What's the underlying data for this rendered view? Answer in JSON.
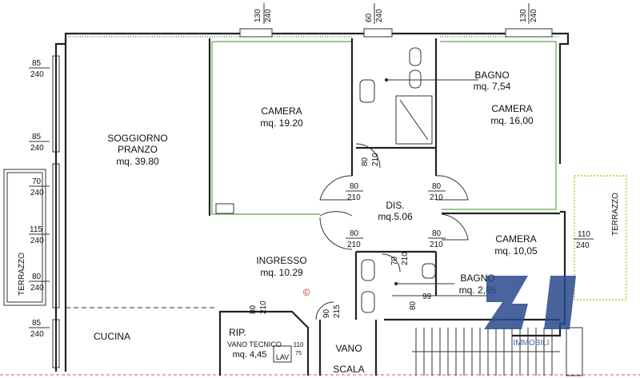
{
  "rooms": {
    "soggiorno": {
      "name1": "SOGGIORNO",
      "name2": "PRANZO",
      "area": "mq. 39.80"
    },
    "camera1": {
      "name": "CAMERA",
      "area": "mq. 19.20"
    },
    "bagno1": {
      "name": "BAGNO",
      "area": "mq. 7,54"
    },
    "camera2": {
      "name": "CAMERA",
      "area": "mq. 16,00"
    },
    "dis": {
      "name": "DIS.",
      "area": "mq.5.06"
    },
    "camera3": {
      "name": "CAMERA",
      "area": "mq. 10,05"
    },
    "ingresso": {
      "name": "INGRESSO",
      "area": "mq. 10.29"
    },
    "bagno2": {
      "name": "BAGNO",
      "area": "mq. 2,85"
    },
    "cucina": {
      "name": "CUCINA"
    },
    "rip": {
      "name": "RIP.",
      "sub": "VANO TECNICO",
      "area": "mq. 4,45"
    },
    "vano_scala": {
      "name1": "VANO",
      "name2": "SCALA"
    },
    "terrazzo_left": {
      "name": "TERRAZZO"
    },
    "terrazzo_right": {
      "name": "TERRAZZO"
    }
  },
  "symbols": {
    "copyright": "©",
    "lav": "LAV",
    "lav_num": "110",
    "lav_num2": "75"
  },
  "top_dims": [
    {
      "a": "130",
      "b": "240"
    },
    {
      "a": "60",
      "b": "240"
    },
    {
      "a": "130",
      "b": "240"
    }
  ],
  "left_dims": [
    {
      "a": "85",
      "b": "240"
    },
    {
      "a": "85",
      "b": "240"
    },
    {
      "a": "70",
      "b": "240"
    },
    {
      "a": "115",
      "b": "240"
    },
    {
      "a": "80",
      "b": "240"
    },
    {
      "a": "85",
      "b": "240"
    }
  ],
  "door_dims": [
    {
      "a": "80",
      "b": "210"
    },
    {
      "a": "80",
      "b": "210"
    },
    {
      "a": "80",
      "b": "210"
    },
    {
      "a": "80",
      "b": "210"
    },
    {
      "a": "110",
      "b": "240"
    }
  ],
  "rotated_dims": [
    {
      "a": "80",
      "b": "210"
    },
    {
      "a": "70",
      "b": "210"
    },
    {
      "a": "80",
      "b": "210"
    },
    {
      "a": "90",
      "b": "215"
    },
    {
      "a": "80",
      "b": "99"
    }
  ],
  "logo": {
    "mark": "ZI",
    "text": "IMMOBILI",
    "color": "#2a4a8c"
  }
}
